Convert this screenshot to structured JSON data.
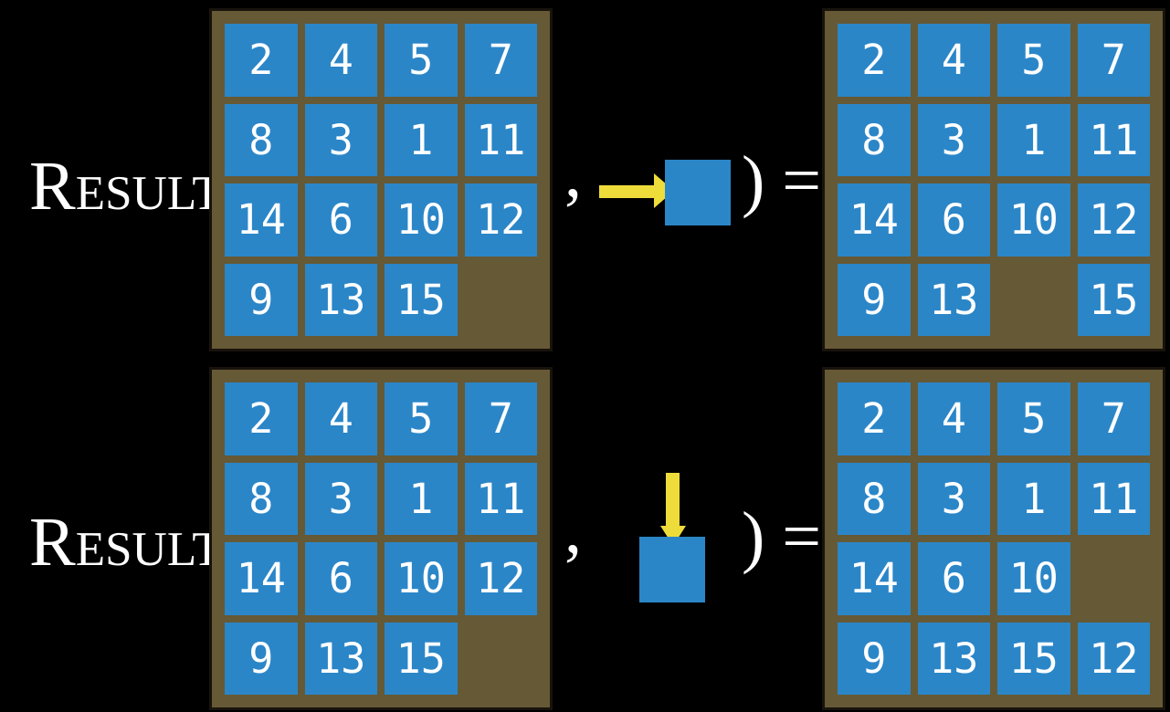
{
  "labels": {
    "function_name": "Result(",
    "comma": ",",
    "close_paren_equals": ") ="
  },
  "colors": {
    "background": "#000000",
    "board": "#665935",
    "board_rim": "#18130c",
    "tile": "#2b86c8",
    "tile_text": "#ffffff",
    "arrow": "#eedc3a",
    "label_text": "#ffffff"
  },
  "rows": [
    {
      "move": {
        "direction": "right"
      },
      "input_board": {
        "grid": [
          [
            "2",
            "4",
            "5",
            "7"
          ],
          [
            "8",
            "3",
            "1",
            "11"
          ],
          [
            "14",
            "6",
            "10",
            "12"
          ],
          [
            "9",
            "13",
            "15",
            ""
          ]
        ]
      },
      "output_board": {
        "grid": [
          [
            "2",
            "4",
            "5",
            "7"
          ],
          [
            "8",
            "3",
            "1",
            "11"
          ],
          [
            "14",
            "6",
            "10",
            "12"
          ],
          [
            "9",
            "13",
            "",
            "15"
          ]
        ]
      }
    },
    {
      "move": {
        "direction": "down"
      },
      "input_board": {
        "grid": [
          [
            "2",
            "4",
            "5",
            "7"
          ],
          [
            "8",
            "3",
            "1",
            "11"
          ],
          [
            "14",
            "6",
            "10",
            "12"
          ],
          [
            "9",
            "13",
            "15",
            ""
          ]
        ]
      },
      "output_board": {
        "grid": [
          [
            "2",
            "4",
            "5",
            "7"
          ],
          [
            "8",
            "3",
            "1",
            "11"
          ],
          [
            "14",
            "6",
            "10",
            ""
          ],
          [
            "9",
            "13",
            "15",
            "12"
          ]
        ]
      }
    }
  ]
}
